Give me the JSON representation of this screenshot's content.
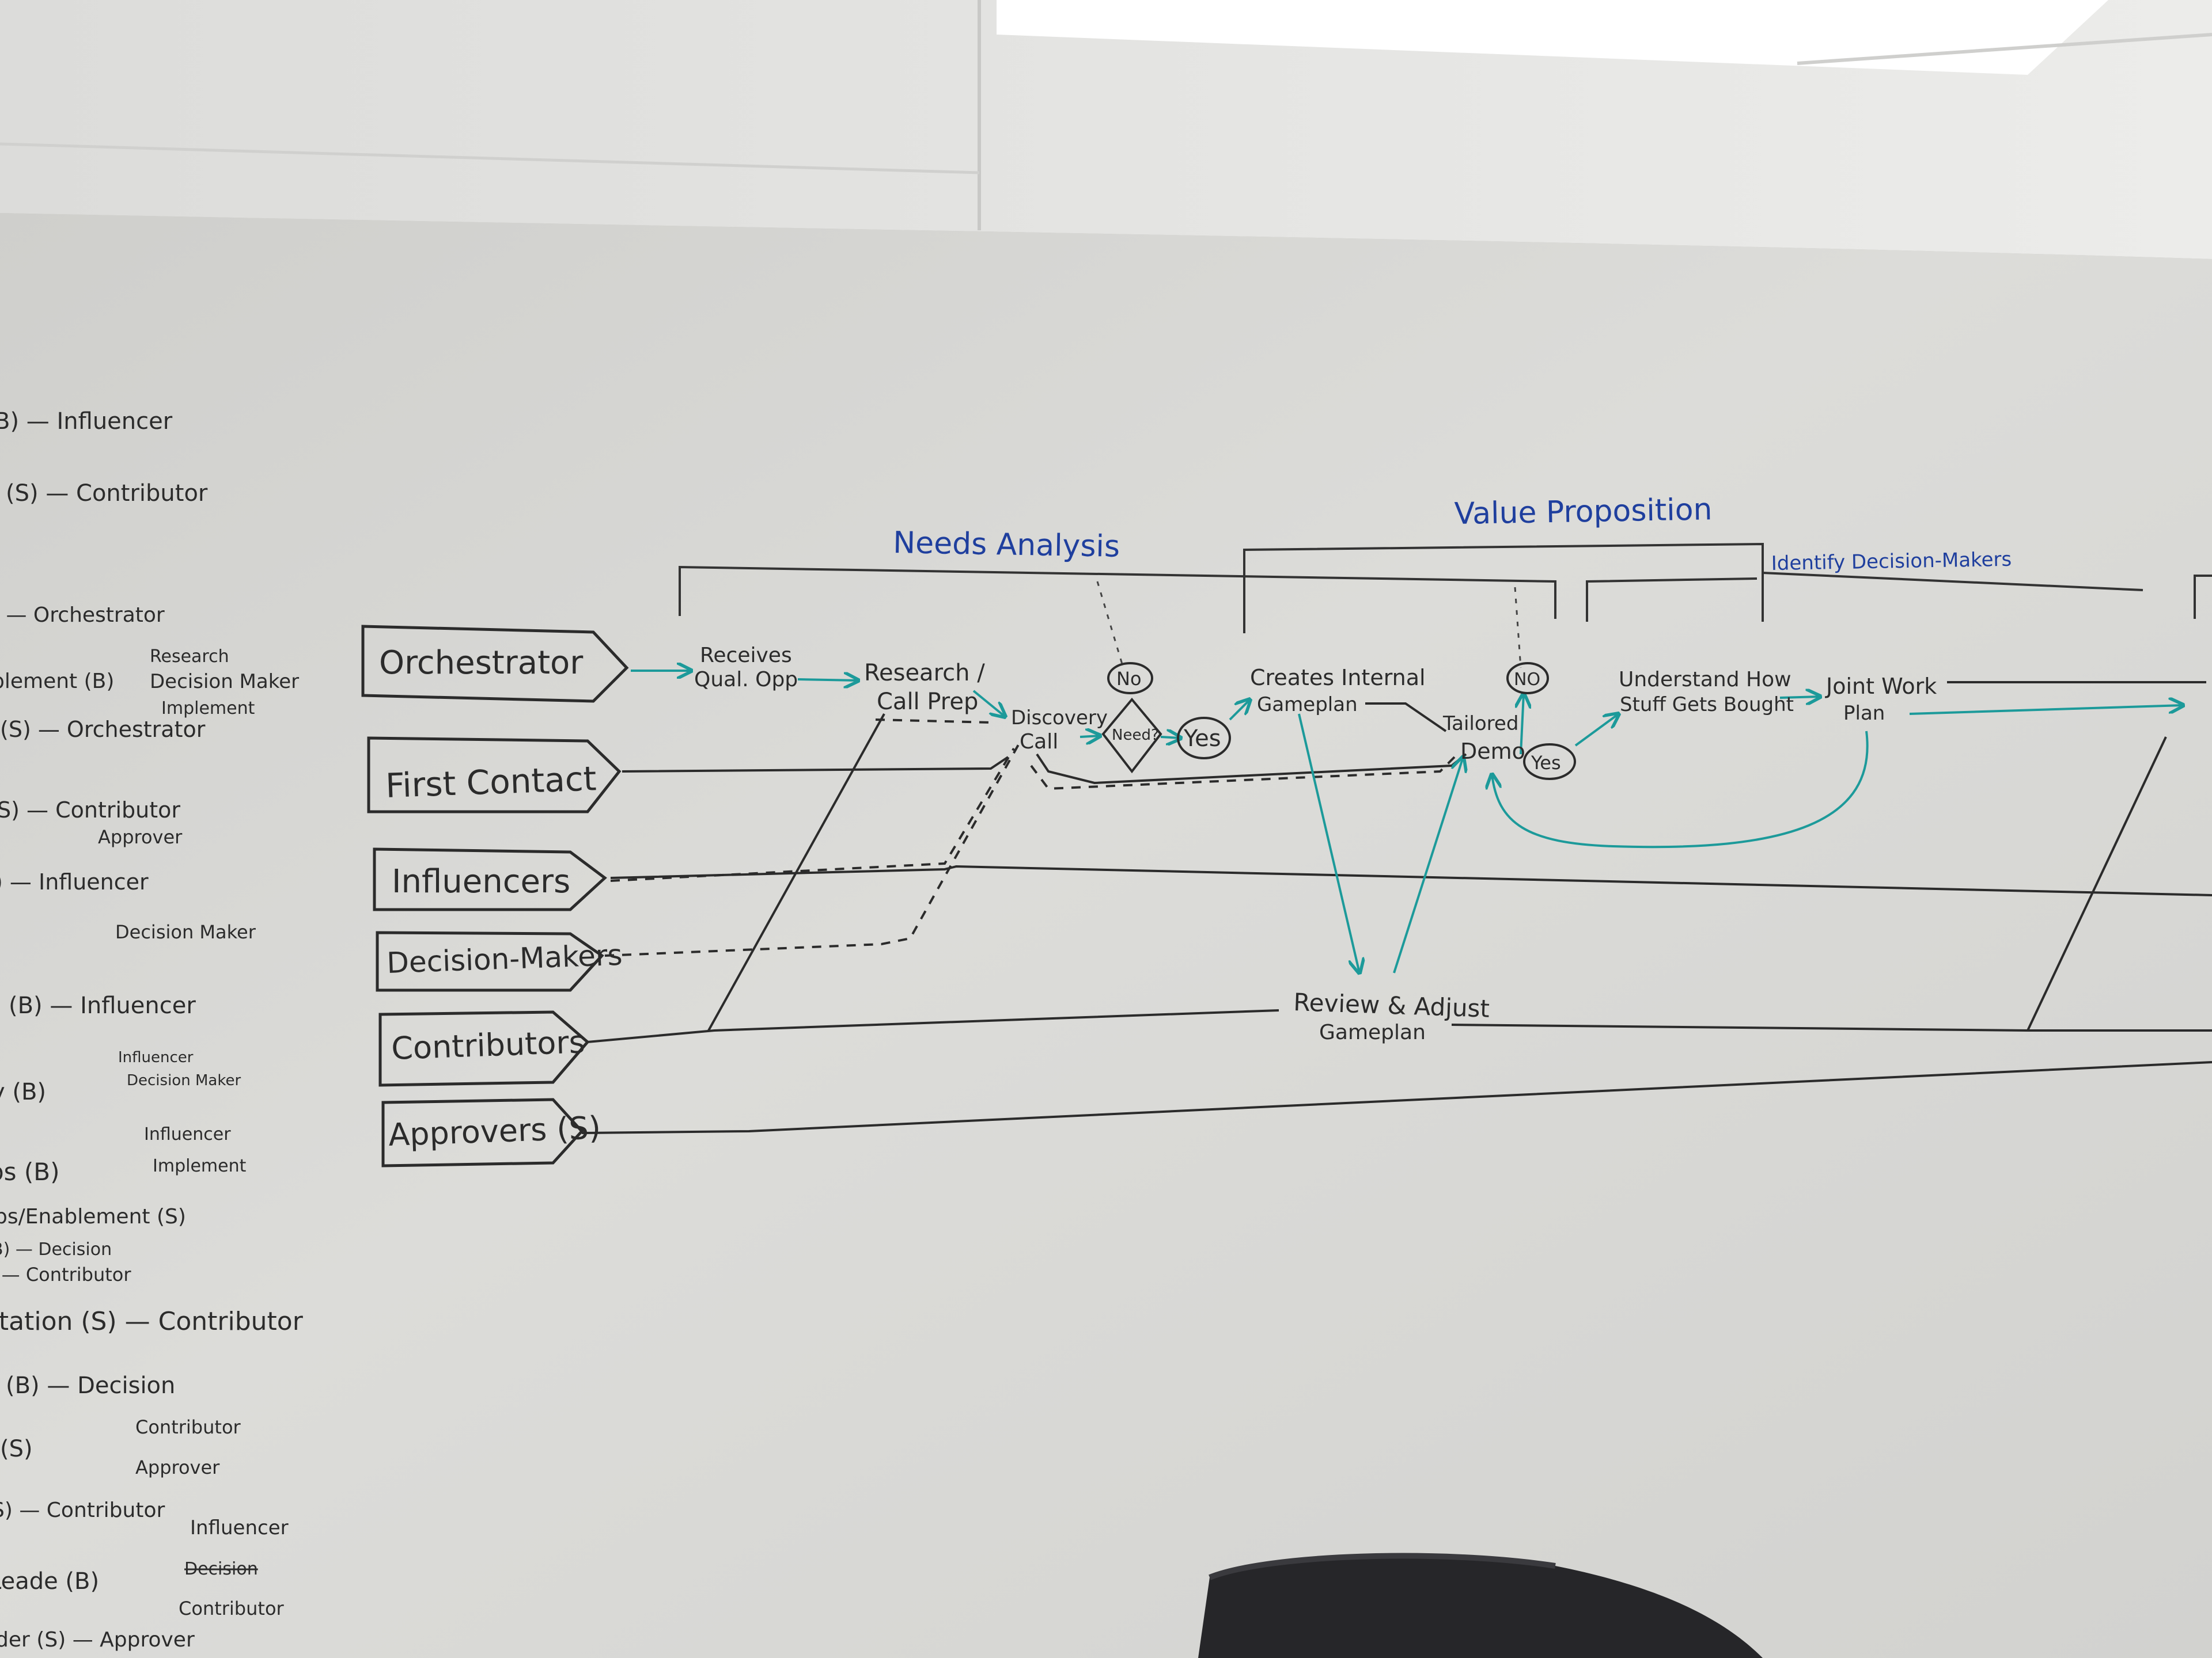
{
  "colors": {
    "ink_black": "#2b2b2b",
    "ink_blue": "#1f3f9e",
    "ink_teal": "#1c9a9a",
    "whiteboard": "#d9d9d6",
    "ceiling": "#e9e9e7",
    "light_panel": "#ffffff"
  },
  "headers": {
    "needs_analysis": "Needs Analysis",
    "value_proposition": "Value Proposition",
    "identify_decision_makers": "Identify Decision-Makers"
  },
  "lanes": {
    "orchestrator": "Orchestrator",
    "first_contact": "First Contact",
    "influencers": "Influencers",
    "decision_makers": "Decision-Makers",
    "contributors": "Contributors",
    "approvers": "Approvers (S)"
  },
  "steps": {
    "receives_line1": "Receives",
    "receives_line2": "Qual. Opp",
    "research_line1": "Research /",
    "research_line2": "Call Prep",
    "discovery_line1": "Discovery",
    "discovery_line2": "Call",
    "need_decision": "Need?",
    "no_1": "No",
    "yes_1": "Yes",
    "creates_line1": "Creates Internal",
    "creates_line2": "Gameplan",
    "no_2": "NO",
    "tailored_line1": "Tailored",
    "tailored_line2": "Demo",
    "yes_2": "Yes",
    "understand_line1": "Understand How",
    "understand_line2": "Stuff Gets Bought",
    "joint_line1": "Joint Work",
    "joint_line2": "Plan",
    "review_line1": "Review & Adjust",
    "review_line2": "Gameplan"
  },
  "left_notes": [
    "B) — Influencer",
    "(S) — Contributor",
    ") — Orchestrator",
    "blement (B)",
    "Research",
    "Decision Maker",
    "Implement",
    "(S) — Orchestrator",
    "S) — Contributor",
    "Approver",
    ") — Influencer",
    "Decision Maker",
    "(B) — Influencer",
    "y (B)",
    "Influencer",
    "Decision Maker",
    "ps (B)",
    "Influencer",
    "Implement",
    "ps/Enablement (S)",
    "B) — Decision",
    ") — Contributor",
    "ntation (S) — Contributor",
    "(B) — Decision",
    "(S)",
    "Contributor",
    "Approver",
    "S) — Contributor",
    "Influencer",
    "Leade (B)",
    "Decision",
    "Contributor",
    "ader (S) — Approver"
  ]
}
